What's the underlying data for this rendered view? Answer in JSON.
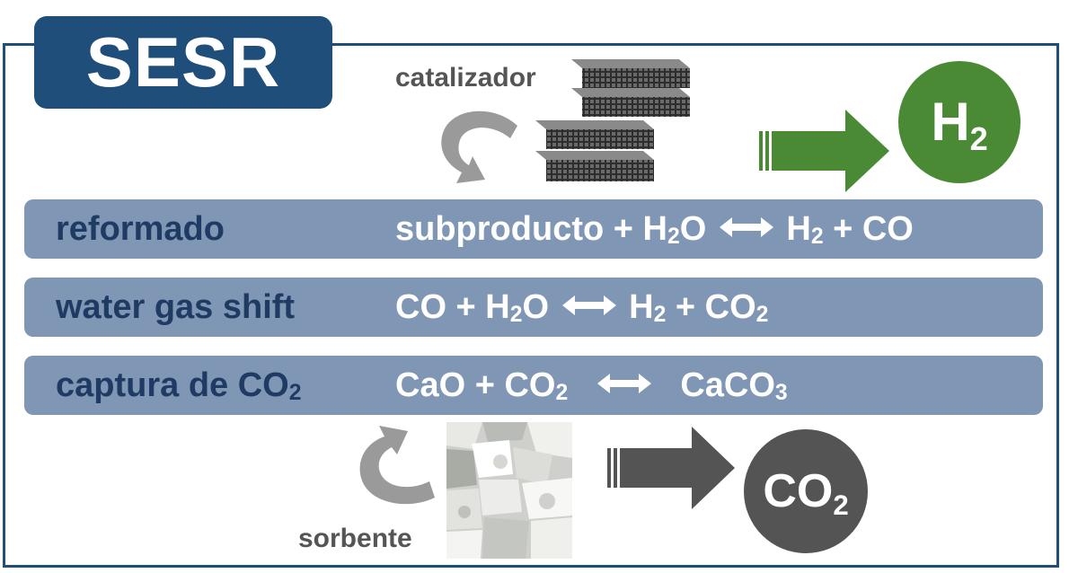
{
  "title": "SESR",
  "catalyst_label": "catalizador",
  "sorbent_label": "sorbente",
  "h2_circle": {
    "main": "H",
    "sub": "2"
  },
  "co2_circle": {
    "main": "CO",
    "sub": "2"
  },
  "colors": {
    "frame": "#1f4e7a",
    "band": "#7f96b4",
    "band_label": "#1f3b63",
    "h2_green": "#4a8a35",
    "co2_gray": "#545454"
  },
  "rows": [
    {
      "label": "reformado",
      "eq": {
        "a": "subproducto + H",
        "a_sub": "2",
        "a_end": "O",
        "b": "H",
        "b_sub": "2",
        "b_end": " + CO"
      }
    },
    {
      "label": "water gas shift",
      "eq": {
        "a": "CO + H",
        "a_sub": "2",
        "a_end": "O",
        "b": "H",
        "b_sub": "2",
        "b_end": " + CO",
        "b_sub2": "2"
      }
    },
    {
      "label": "captura de CO",
      "label_sub": "2",
      "eq": {
        "a": "CaO + CO",
        "a_sub": "2",
        "b": "CaCO",
        "b_sub": "3"
      }
    }
  ]
}
